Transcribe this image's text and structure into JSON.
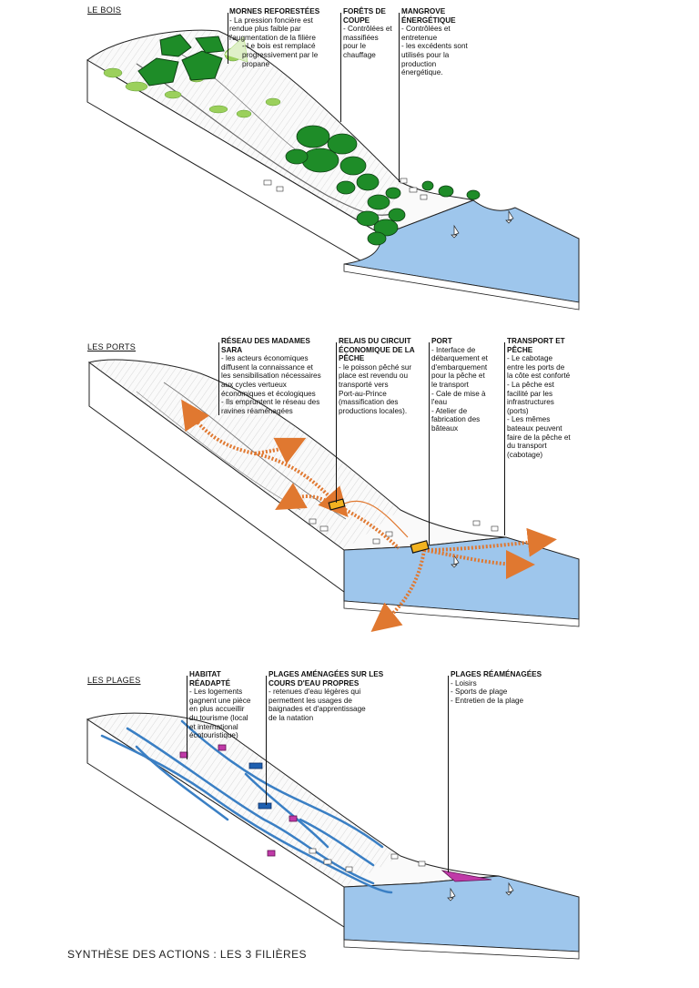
{
  "footer": "SYNTHÈSE DES ACTIONS : LES 3 FILIÈRES",
  "colors": {
    "sea": "#9ec6ec",
    "forest": "#1e8c28",
    "light_green": "#9bd05c",
    "port_arrow": "#e07830",
    "river": "#3a7fc4",
    "beach": "#c03aa8"
  },
  "panels": [
    {
      "label": "LE BOIS",
      "notes": [
        {
          "title": "MORNES REFORESTÉES",
          "lines": [
            "- La pression foncière est",
            "rendue plus faible par",
            "l'augmentation de la filière",
            "   - Le bois est remplacé",
            "   progressivement par le",
            "   propane"
          ]
        },
        {
          "title": "FORÊTS DE COUPE",
          "lines": [
            "- Contrôlées et",
            "massifiées",
            "pour le",
            "chauffage"
          ]
        },
        {
          "title": "MANGROVE ÉNERGÉTIQUE",
          "lines": [
            "- Contrôlées et",
            "entretenue",
            "- les excédents sont",
            "utilisés pour la",
            "production",
            "énergétique."
          ]
        }
      ]
    },
    {
      "label": "LES PORTS",
      "notes": [
        {
          "title": "RÉSEAU DES MADAMES SARA",
          "lines": [
            "- les acteurs économiques",
            "diffusent la connaissance et",
            "les sensibilisation nécessaires",
            "aux cycles vertueux",
            "économiques et écologiques",
            "- Ils empruntent le réseau des",
            "ravines réaménagées"
          ]
        },
        {
          "title": "RELAIS DU CIRCUIT ÉCONOMIQUE DE LA PÊCHE",
          "lines": [
            "- le poisson pêché sur",
            "place est revendu ou",
            "transporté vers",
            "Port-au-Prince",
            "(massification des",
            "productions locales)."
          ]
        },
        {
          "title": "PORT",
          "lines": [
            "- Interface de",
            "débarquement et",
            "d'embarquement",
            "pour la pêche et",
            "le transport",
            "- Cale de mise à",
            "l'eau",
            "- Atelier de",
            "fabrication des",
            "bâteaux"
          ]
        },
        {
          "title": "TRANSPORT ET PÊCHE",
          "lines": [
            "- Le cabotage",
            "entre les ports de",
            "la côte est conforté",
            "- La pêche est",
            "facilité par les",
            "infrastructures",
            "(ports)",
            "- Les mêmes",
            "bateaux peuvent",
            "faire de la pêche et",
            "du transport",
            "(cabotage)"
          ]
        }
      ]
    },
    {
      "label": "LES PLAGES",
      "notes": [
        {
          "title": "HABITAT RÉADAPTÉ",
          "lines": [
            "- Les logements",
            "gagnent une pièce",
            "en plus accueillir",
            "du tourisme (local",
            "et international",
            "écotouristique)"
          ]
        },
        {
          "title": "PLAGES AMÉNAGÉES SUR LES COURS D'EAU PROPRES",
          "lines": [
            "- retenues d'eau légères qui",
            "permettent les usages de",
            "baignades et d'apprentissage",
            "de la natation"
          ]
        },
        {
          "title": "PLAGES RÉAMÉNAGÉES",
          "lines": [
            "- Loisirs",
            "- Sports de plage",
            "- Entretien de la plage"
          ]
        }
      ]
    }
  ]
}
